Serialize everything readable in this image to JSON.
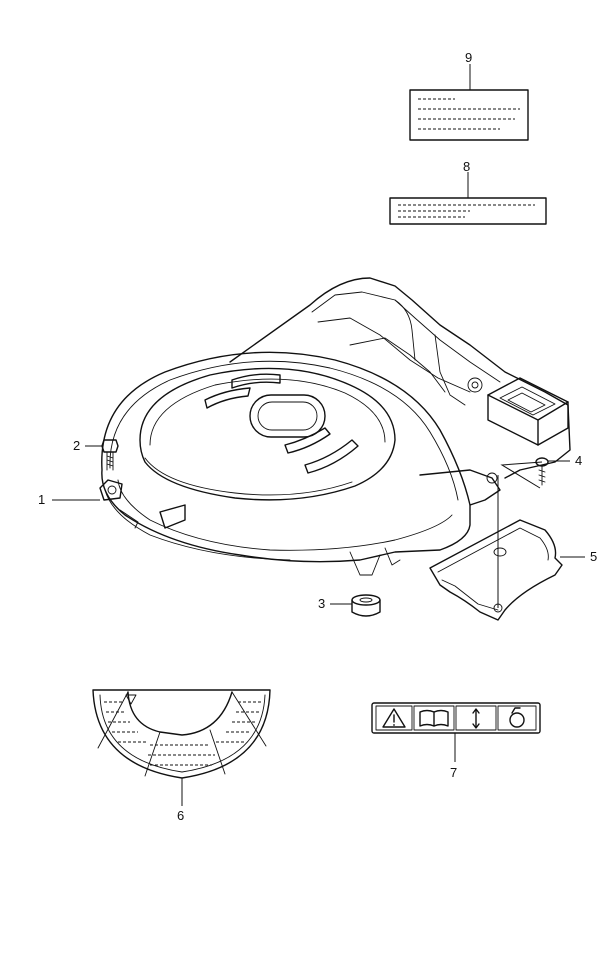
{
  "callouts": {
    "c1": "1",
    "c2": "2",
    "c3": "3",
    "c4": "4",
    "c5": "5",
    "c6": "6",
    "c7": "7",
    "c8": "8",
    "c9": "9"
  },
  "icons": {
    "label7": [
      "warning-triangle-icon",
      "manual-book-icon",
      "up-down-arrow-icon",
      "starter-rope-icon"
    ]
  }
}
